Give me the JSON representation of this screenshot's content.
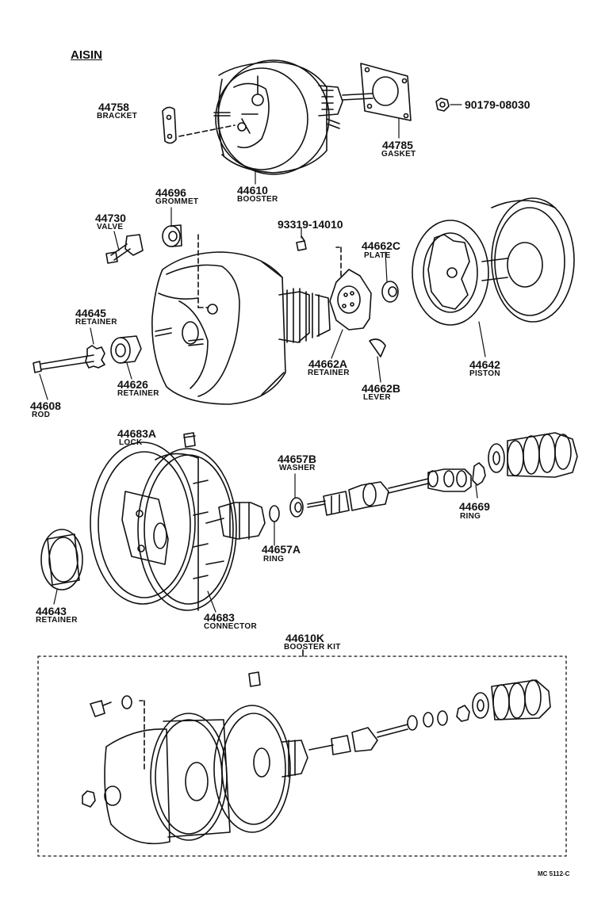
{
  "header": {
    "brand": "AISIN"
  },
  "parts": {
    "p44758": {
      "num": "44758",
      "name": "BRACKET"
    },
    "p90179": {
      "num": "90179-08030"
    },
    "p44785": {
      "num": "44785",
      "name": "GASKET"
    },
    "p44610": {
      "num": "44610",
      "name": "BOOSTER"
    },
    "p44696": {
      "num": "44696",
      "name": "GROMMET"
    },
    "p44730": {
      "num": "44730",
      "name": "VALVE"
    },
    "p93319": {
      "num": "93319-14010"
    },
    "p44662C": {
      "num": "44662C",
      "name": "PLATE"
    },
    "p44645": {
      "num": "44645",
      "name": "RETAINER"
    },
    "p44626": {
      "num": "44626",
      "name": "RETAINER"
    },
    "p44608": {
      "num": "44608",
      "name": "ROD"
    },
    "p44662A": {
      "num": "44662A",
      "name": "RETAINER"
    },
    "p44662B": {
      "num": "44662B",
      "name": "LEVER"
    },
    "p44642": {
      "num": "44642",
      "name": "PISTON"
    },
    "p44683A": {
      "num": "44683A",
      "name": "LOCK"
    },
    "p44657B": {
      "num": "44657B",
      "name": "WASHER"
    },
    "p44669": {
      "num": "44669",
      "name": "RING"
    },
    "p44657A": {
      "num": "44657A",
      "name": "RING"
    },
    "p44643": {
      "num": "44643",
      "name": "RETAINER"
    },
    "p44683": {
      "num": "44683",
      "name": "CONNECTOR"
    },
    "p44610K": {
      "num": "44610K",
      "name": "BOOSTER KIT"
    }
  },
  "footer": {
    "code": "MC 5112-C"
  }
}
